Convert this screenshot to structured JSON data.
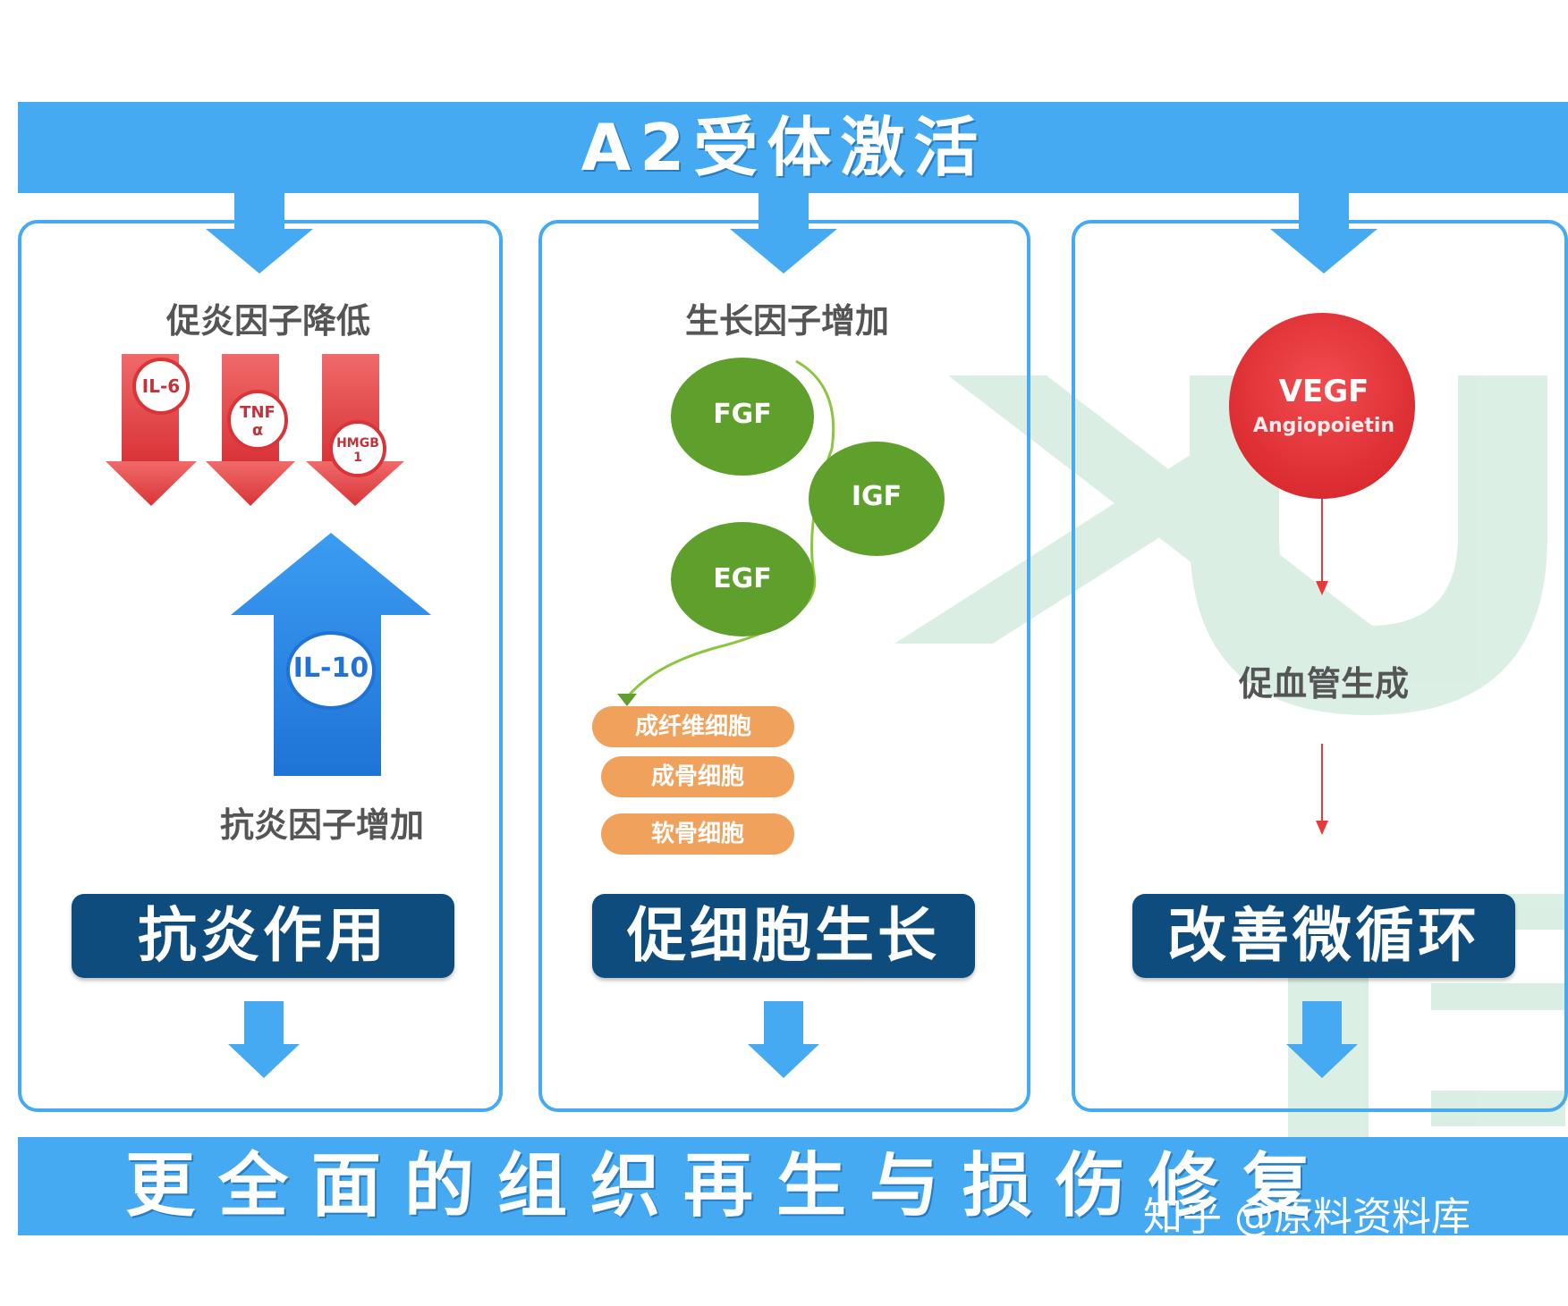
{
  "top_banner": {
    "title": "A2受体激活"
  },
  "columns": [
    {
      "heading_top": "促炎因子降低",
      "down_arrows": [
        "IL-6",
        "TNF α",
        "HMGB 1"
      ],
      "up_arrow_label": "IL-10",
      "heading_bottom": "抗炎因子增加",
      "result": "抗炎作用"
    },
    {
      "heading_top": "生长因子增加",
      "factors": [
        "FGF",
        "IGF",
        "EGF"
      ],
      "cells": [
        "成纤维细胞",
        "成骨细胞",
        "软骨细胞"
      ],
      "result": "促细胞生长"
    },
    {
      "circle_title": "VEGF",
      "circle_subtitle": "Angiopoietin",
      "middle_label": "促血管生成",
      "result": "改善微循环"
    }
  ],
  "bottom_banner": {
    "title": "更全面的组织再生与损伤修复"
  },
  "credit": "知乎 @原料资料库",
  "colors": {
    "banner_blue": "#45aaf2",
    "result_navy": "#0e4c7e",
    "down_arrow_red": "#e8474a",
    "up_arrow_blue": "#2a86e6",
    "factor_green": "#5f9f2c",
    "cell_orange": "#f0a25c",
    "vegf_red": "#e8393d"
  }
}
